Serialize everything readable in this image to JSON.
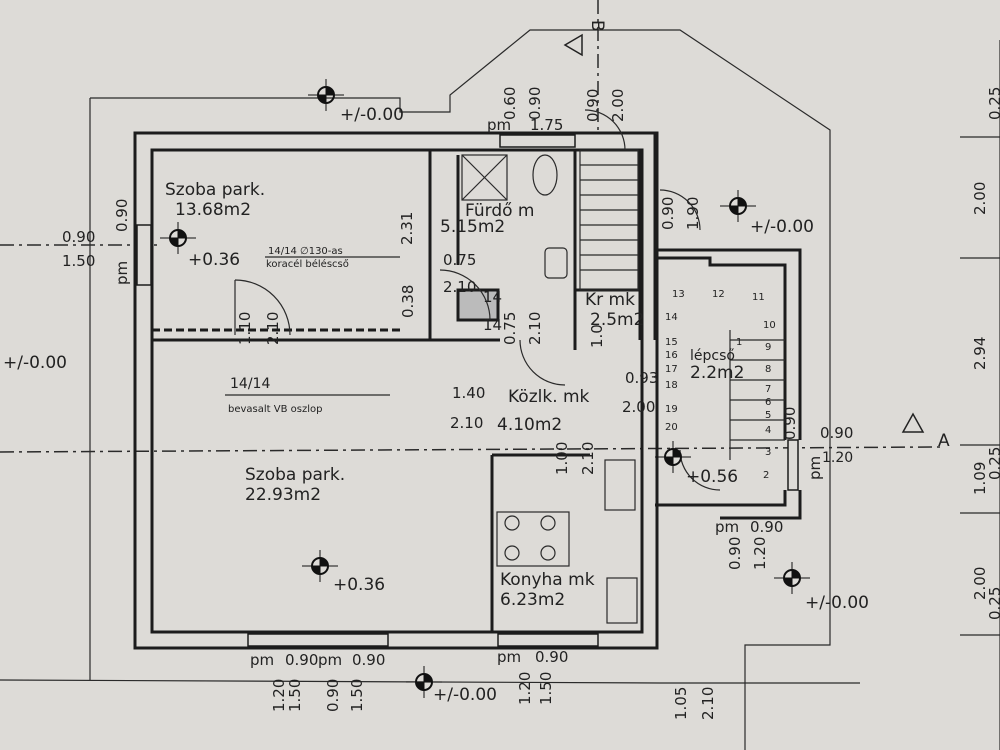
{
  "rooms": [
    {
      "name": "Szoba park.",
      "area": "13.68m2"
    },
    {
      "name": "Fürdő m",
      "area": "5.15m2"
    },
    {
      "name": "Kr mk",
      "area": "2.5m2"
    },
    {
      "name": "Közlk. mk",
      "area": "4.10m2"
    },
    {
      "name": "Szoba park.",
      "area": "22.93m2"
    },
    {
      "name": "Konyha mk",
      "area": "6.23m2"
    },
    {
      "name": "lépcső",
      "area": "2.2m2"
    }
  ],
  "elevations": [
    "+/-0.00",
    "+0.36",
    "+0.36",
    "+/-0.00",
    "+/-0.00",
    "+/-0.00",
    "+/-0.00",
    "+0.56"
  ],
  "annotations": {
    "pipe_line1": "14/14 ∅130-as",
    "pipe_line2": "koracél béléscső",
    "column_line1": "14/14",
    "column_line2": "bevasalt VB oszlop"
  },
  "section_markers": {
    "a": "A",
    "b": "B"
  },
  "dimensions": {
    "top": [
      "0.60",
      "0.90",
      "pm",
      "1.75",
      "0.90",
      "2.00",
      "0.90",
      "1.90"
    ],
    "left": [
      "0.90",
      "1.50",
      "0.90",
      "pm"
    ],
    "interior": [
      "2.31",
      "0.38",
      "1.10",
      "2.10",
      "0.75",
      "2.10",
      "14",
      "14",
      "0.75",
      "2.10",
      "1.40",
      "2.10",
      "2.00",
      "1.00",
      "2.10",
      "0.93",
      "1.0"
    ],
    "bottom": [
      "pm",
      "0.90",
      "pm",
      "0.90",
      "1.20",
      "1.50",
      "0.90",
      "1.50",
      "pm",
      "0.90",
      "1.20",
      "1.50",
      "1.05",
      "2.10"
    ],
    "right": [
      "0.90",
      "0.90",
      "1.20",
      "pm",
      "pm",
      "0.90",
      "0.90",
      "1.20"
    ],
    "chain": [
      "0.25",
      "2.00",
      "2.94",
      "1.09",
      "0.25",
      "2.00",
      "0.25"
    ]
  },
  "stair_numbers": [
    "1",
    "2",
    "3",
    "4",
    "5",
    "6",
    "7",
    "8",
    "9",
    "10",
    "11",
    "12",
    "13",
    "14",
    "15",
    "16",
    "17",
    "18",
    "19",
    "20"
  ]
}
